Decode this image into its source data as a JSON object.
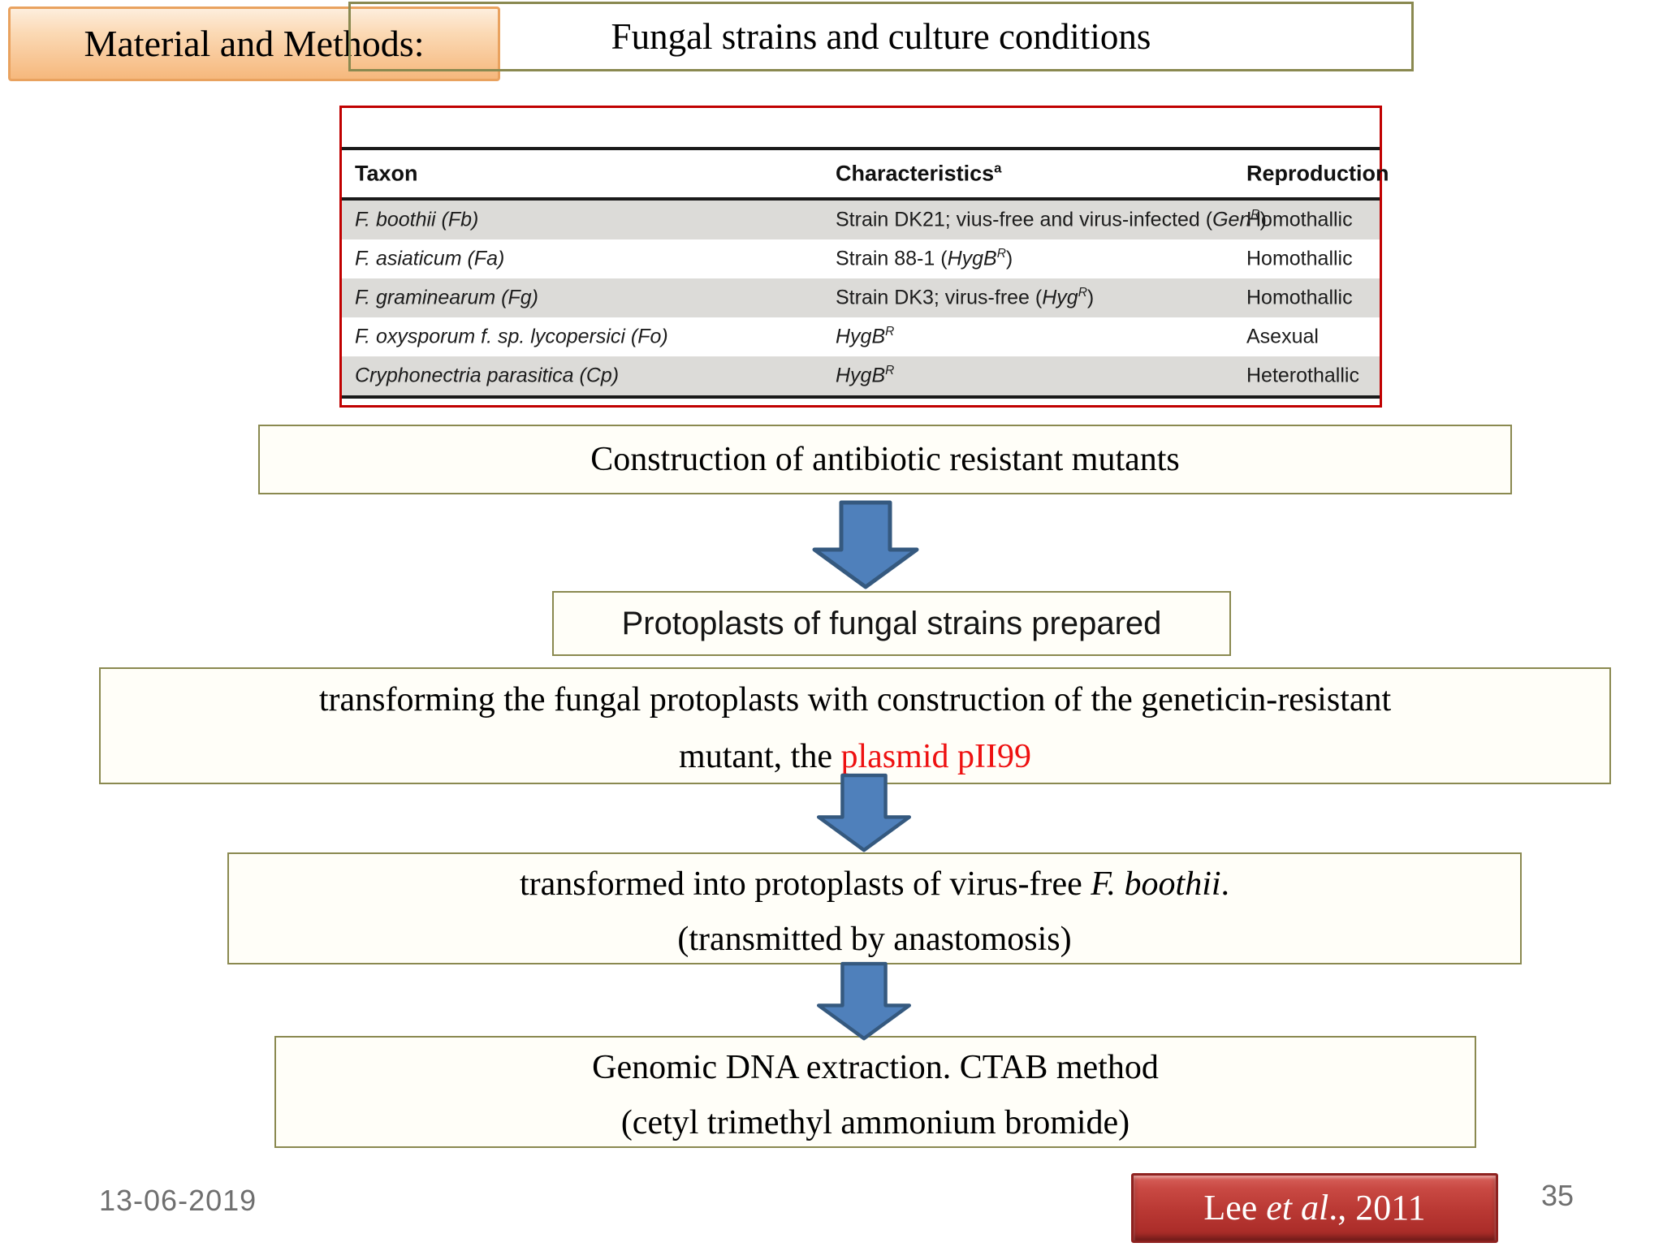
{
  "header": {
    "label": "Material and Methods:",
    "title": "Fungal strains and culture conditions"
  },
  "table": {
    "headers": [
      {
        "segments": [
          {
            "text": "Taxon"
          }
        ]
      },
      {
        "segments": [
          {
            "text": "Characteristics"
          },
          {
            "text": "a",
            "sup": true
          }
        ]
      },
      {
        "segments": [
          {
            "text": "Reproduction"
          }
        ]
      }
    ],
    "rows": [
      {
        "shaded": true,
        "cells": [
          [
            {
              "text": "F. boothii (Fb)"
            }
          ],
          [
            {
              "text": "Strain DK21; vius-free and virus-infected ("
            },
            {
              "text": "Gen",
              "italic": true
            },
            {
              "text": "R",
              "italic": true,
              "sup": true
            },
            {
              "text": ")"
            }
          ],
          [
            {
              "text": "Homothallic"
            }
          ]
        ]
      },
      {
        "shaded": false,
        "cells": [
          [
            {
              "text": "F. asiaticum (Fa)"
            }
          ],
          [
            {
              "text": "Strain 88-1 ("
            },
            {
              "text": "HygB",
              "italic": true
            },
            {
              "text": "R",
              "italic": true,
              "sup": true
            },
            {
              "text": ")"
            }
          ],
          [
            {
              "text": "Homothallic"
            }
          ]
        ]
      },
      {
        "shaded": true,
        "cells": [
          [
            {
              "text": "F. graminearum (Fg)"
            }
          ],
          [
            {
              "text": "Strain DK3; virus-free ("
            },
            {
              "text": "Hyg",
              "italic": true
            },
            {
              "text": "R",
              "italic": true,
              "sup": true
            },
            {
              "text": ")"
            }
          ],
          [
            {
              "text": "Homothallic"
            }
          ]
        ]
      },
      {
        "shaded": false,
        "cells": [
          [
            {
              "text": "F. oxysporum f. sp. lycopersici (Fo)"
            }
          ],
          [
            {
              "text": "HygB",
              "italic": true
            },
            {
              "text": "R",
              "italic": true,
              "sup": true
            }
          ],
          [
            {
              "text": "Asexual"
            }
          ]
        ]
      },
      {
        "shaded": true,
        "cells": [
          [
            {
              "text": "Cryphonectria parasitica (Cp)"
            }
          ],
          [
            {
              "text": "HygB",
              "italic": true
            },
            {
              "text": "R",
              "italic": true,
              "sup": true
            }
          ],
          [
            {
              "text": "Heterothallic"
            }
          ]
        ]
      }
    ]
  },
  "flow": {
    "step1": {
      "label": "Construction of antibiotic resistant mutants"
    },
    "step2": {
      "label": "Protoplasts of fungal strains prepared"
    },
    "step3": {
      "line1": "transforming the fungal protoplasts with construction of the geneticin-resistant",
      "line2_prefix": "mutant, the ",
      "line2_highlight": "plasmid pII99"
    },
    "step4": {
      "line1_prefix": "transformed into protoplasts of virus-free ",
      "line1_species": "F. boothii",
      "line1_suffix": ".",
      "line2": "(transmitted by anastomosis)"
    },
    "step5": {
      "line1": "Genomic DNA extraction. CTAB method",
      "line2": "(cetyl trimethyl ammonium bromide)"
    }
  },
  "footer": {
    "date": "13-06-2019",
    "page_number": "35",
    "citation": {
      "prefix": "Lee ",
      "italic": "et al",
      "suffix": "., 2011"
    }
  },
  "colors": {
    "arrow_fill": "#4f80bb",
    "arrow_stroke": "#35597f",
    "box_border_olive": "#8a8950",
    "table_border_red": "#c00000",
    "table_stripe_gray": "#dcdbd8",
    "highlight_red": "#ee1111",
    "label_gradient_top": "#fbd9b4",
    "label_gradient_bottom": "#f6b87d",
    "label_border_orange": "#e9a25f",
    "citation_top": "#c94943",
    "citation_bottom": "#a52825",
    "footer_gray": "#6f6f6f"
  }
}
